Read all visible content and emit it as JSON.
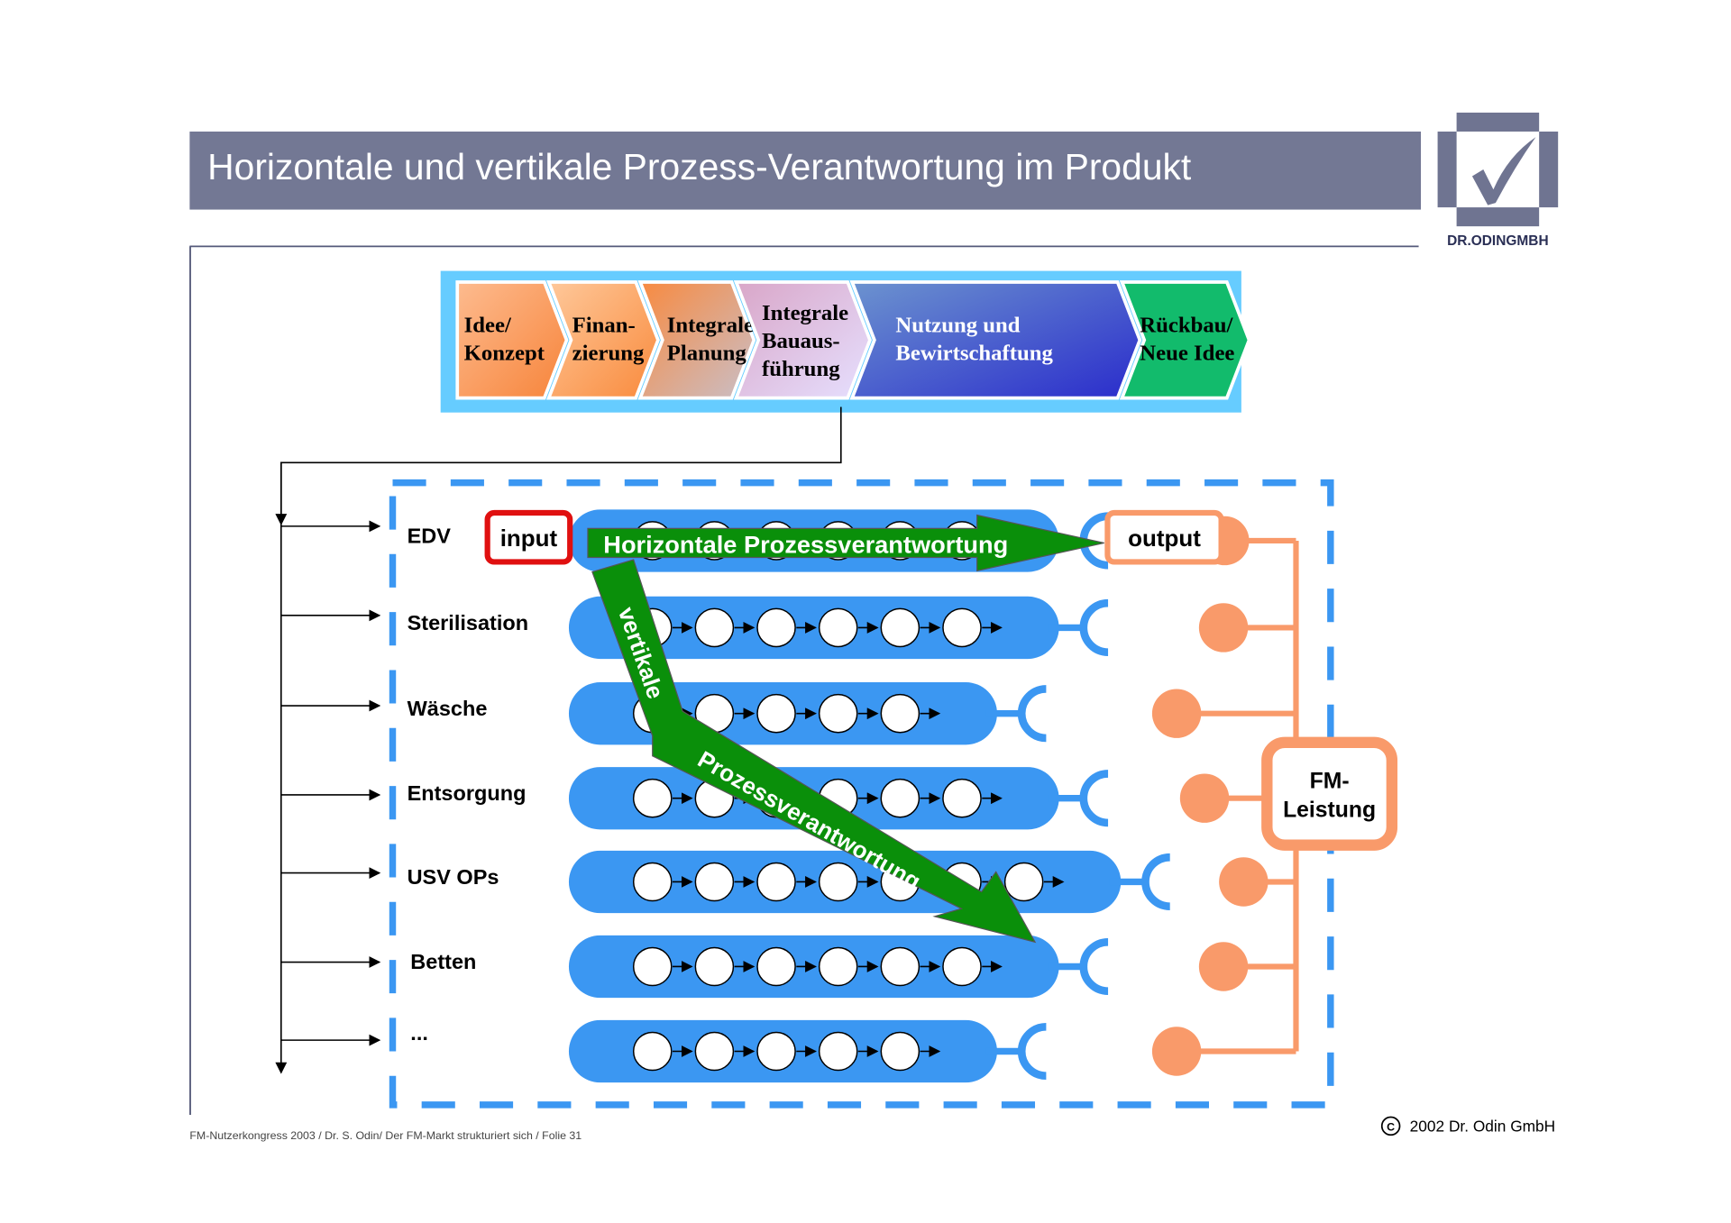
{
  "title": "Horizontale und vertikale Prozess-Verantwortung im Produkt",
  "logo": {
    "text": "DR.ODINGMBH",
    "color": "#6f7491"
  },
  "phases": [
    {
      "lines": [
        "Idee/",
        "Konzept"
      ]
    },
    {
      "lines": [
        "Finan-",
        "zierung"
      ]
    },
    {
      "lines": [
        "Integrale",
        "Planung"
      ]
    },
    {
      "lines": [
        "Integrale",
        "Bauaus-",
        "führung"
      ]
    },
    {
      "lines": [
        "Nutzung und",
        "Bewirtschaftung"
      ]
    },
    {
      "lines": [
        "Rückbau/",
        "Neue Idee"
      ]
    }
  ],
  "rows": [
    {
      "label": "EDV",
      "steps": 6
    },
    {
      "label": "Sterilisation",
      "steps": 6
    },
    {
      "label": "Wäsche",
      "steps": 5
    },
    {
      "label": "Entsorgung",
      "steps": 6
    },
    {
      "label": "USV OPs",
      "steps": 7
    },
    {
      "label": "Betten",
      "steps": 6
    },
    {
      "label": "...",
      "steps": 5
    }
  ],
  "input_label": "input",
  "output_label": "output",
  "horizontal_arrow_label": "Horizontale Prozessverantwortung",
  "vertical_arrow_label_1": "vertikale",
  "vertical_arrow_label_2": "Prozessverantwortung",
  "fm_box": {
    "line1": "FM-",
    "line2": "Leistung"
  },
  "footer_left": "FM-Nutzerkongress 2003 / Dr. S. Odin/ Der FM-Markt strukturiert sich / Folie 31",
  "footer_right": "2002 Dr. Odin GmbH",
  "copyright_symbol": "C",
  "colors": {
    "title_bar": "#737894",
    "lane": "#3b97f2",
    "green": "#0a8f0a",
    "orange": "#f99a6a",
    "input_border": "#e01010",
    "phase_frame": "#66ccff"
  }
}
